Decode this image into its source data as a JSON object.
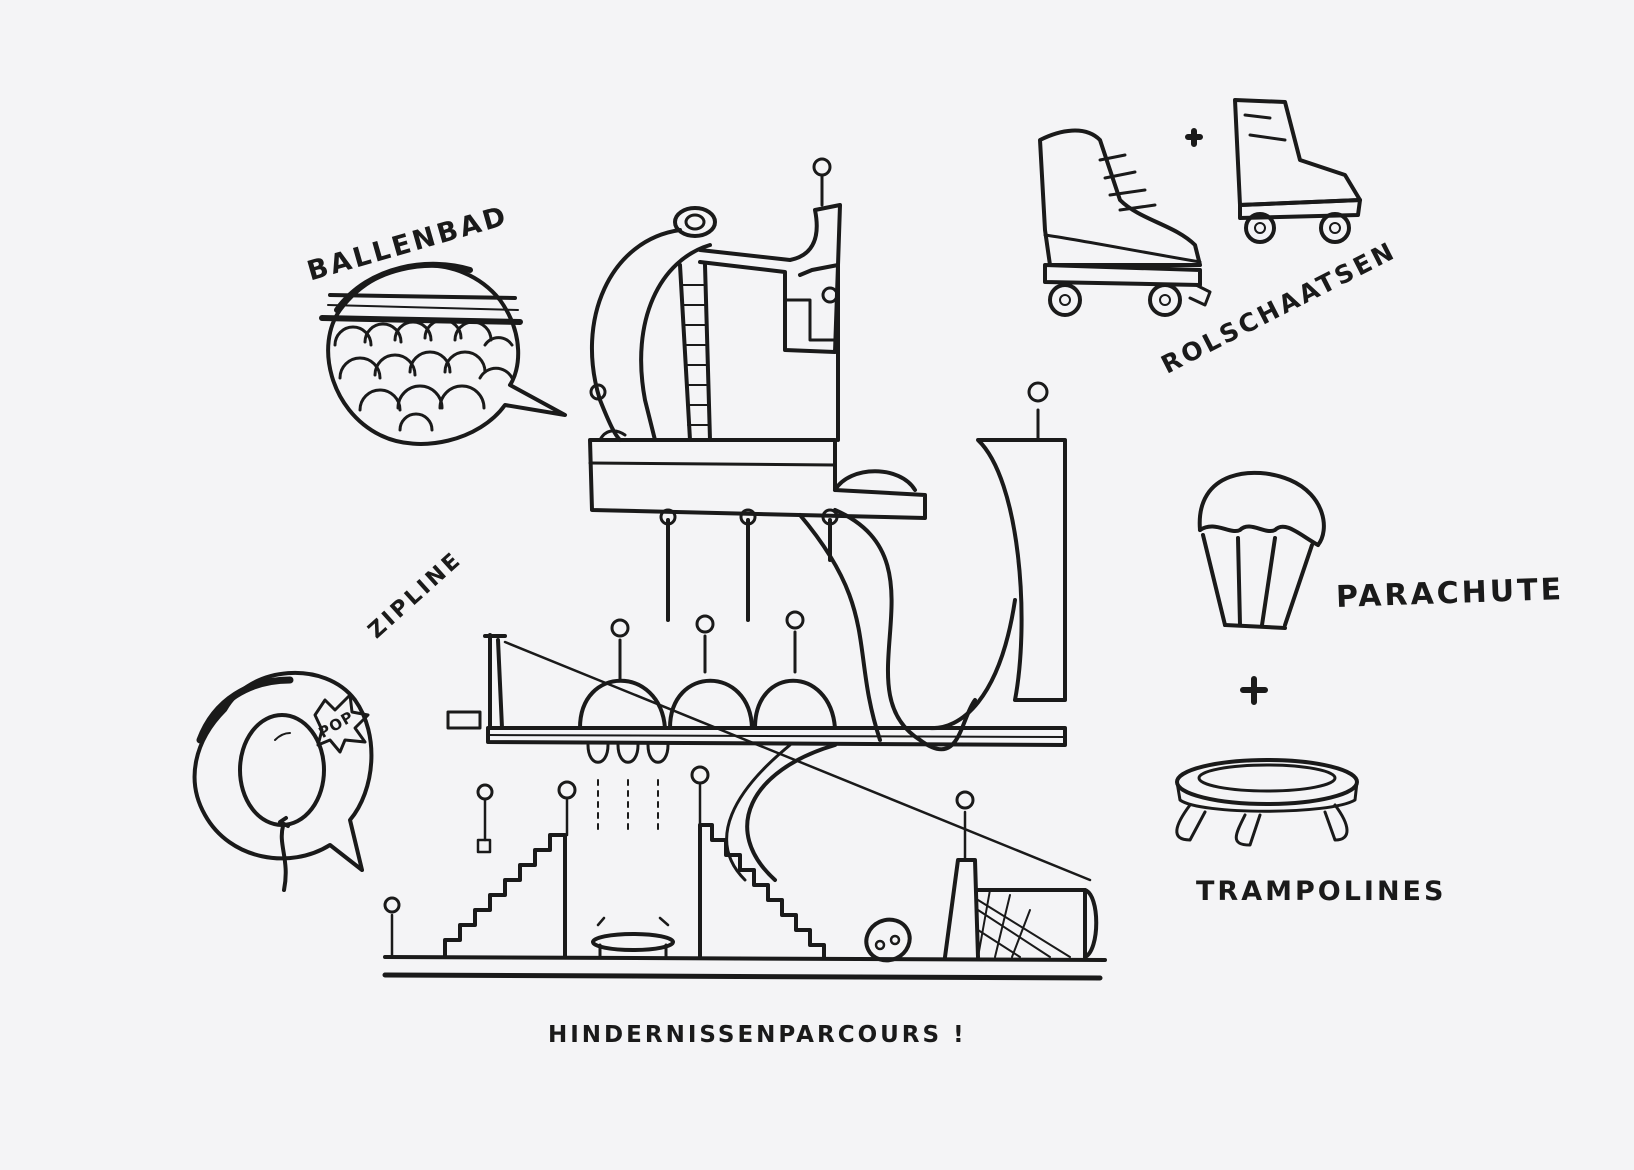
{
  "labels": {
    "ballenbad": "BALLENBAD",
    "zipline": "ZIPLINE",
    "rolschaatsen": "ROLSCHAATSEN",
    "parachute": "PARACHUTE",
    "trampolines": "TRAMPOLINES",
    "hindernissen": "HINDERNISSENPARCOURS !",
    "pop": "POP"
  },
  "colors": {
    "paper": "#f4f4f6",
    "ink": "#1a1a1a"
  }
}
